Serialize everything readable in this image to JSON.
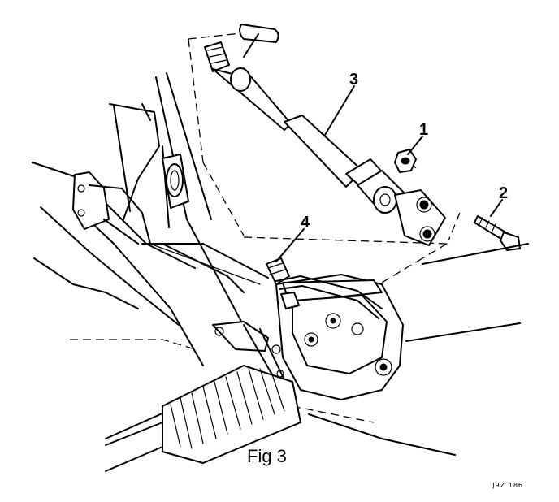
{
  "figure": {
    "caption": "Fig 3",
    "reference_code": "J9Z 186",
    "callouts": [
      {
        "label": "1"
      },
      {
        "label": "2"
      },
      {
        "label": "3"
      },
      {
        "label": "4"
      }
    ]
  }
}
